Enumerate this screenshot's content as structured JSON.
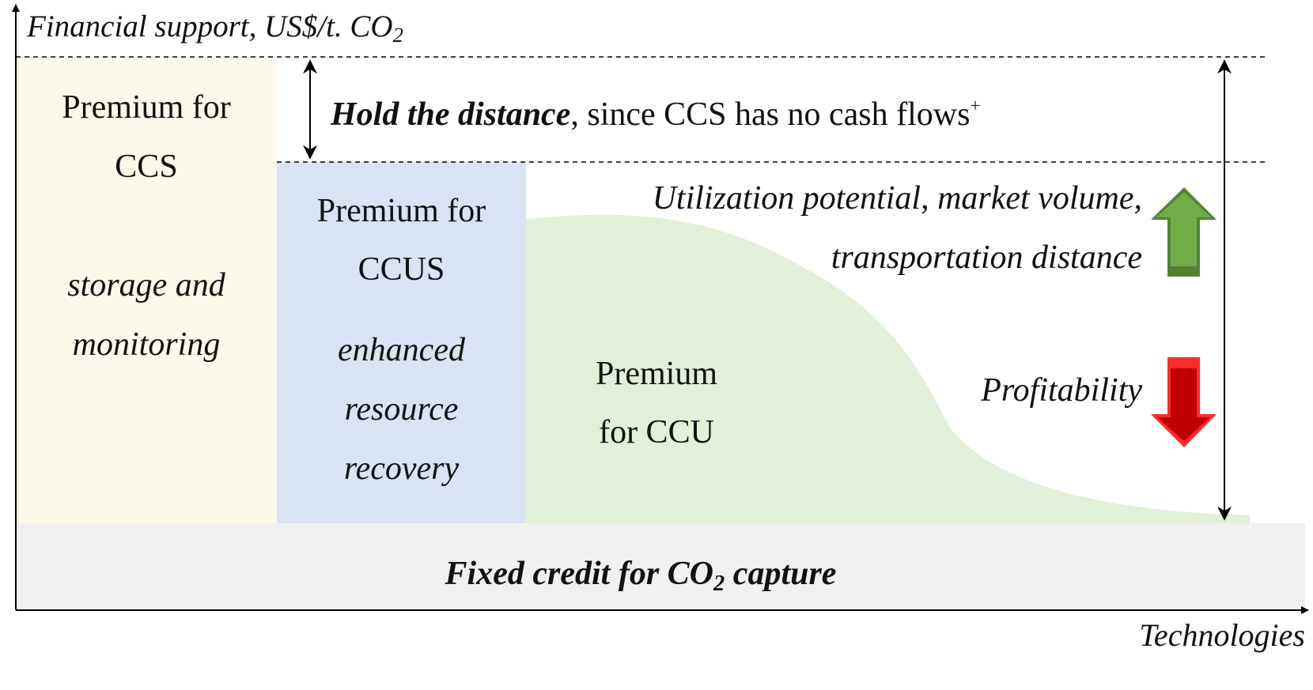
{
  "axes": {
    "y_label_main": "Financial support, US$/t. CO",
    "y_label_sub": "2",
    "x_label": "Technologies"
  },
  "zones": {
    "ccs": {
      "title_line1": "Premium for",
      "title_line2": "CCS",
      "desc_line1": "storage and",
      "desc_line2": "monitoring",
      "color": "#fdf9ea"
    },
    "ccus": {
      "title_line1": "Premium for",
      "title_line2": "CCUS",
      "desc_line1": "enhanced",
      "desc_line2": "resource",
      "desc_line3": "recovery",
      "color": "#d9e3f3"
    },
    "ccu": {
      "title_line1": "Premium",
      "title_line2": "for CCU",
      "color": "#e2efd9"
    },
    "base": {
      "label_pre": "Fixed credit for CO",
      "label_sub": "2",
      "label_post": " capture",
      "color": "#f0f0f0"
    }
  },
  "annotations": {
    "distance_bold": "Hold the distance",
    "distance_rest": ", since CCS has no cash flows",
    "distance_sup": "+",
    "drivers_line1": "Utilization potential, market volume,",
    "drivers_line2": "transportation distance",
    "profitability": "Profitability"
  },
  "icons": {
    "up_arrow": "up-arrow-icon",
    "down_arrow": "down-arrow-icon",
    "up_arrow_color": "#70ad47",
    "down_arrow_color": "#e00000"
  }
}
